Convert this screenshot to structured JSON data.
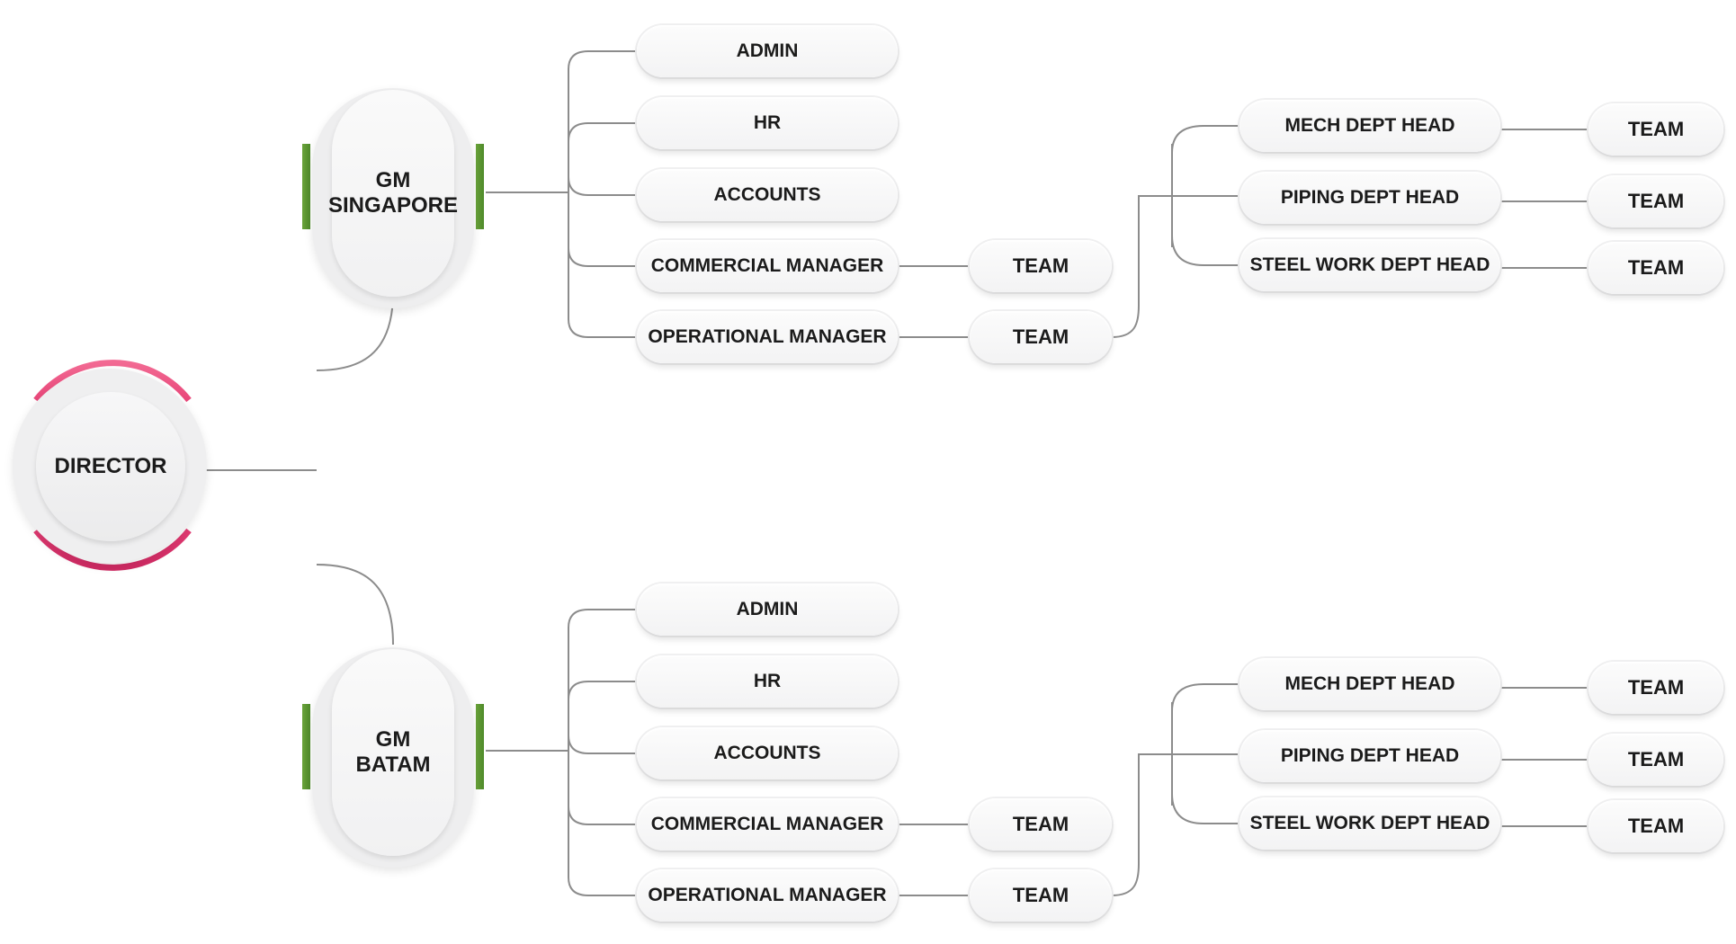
{
  "director": {
    "label": "DIRECTOR"
  },
  "branches": [
    {
      "gm": {
        "line1": "GM",
        "line2": "SINGAPORE"
      },
      "departments": [
        {
          "label": "ADMIN"
        },
        {
          "label": "HR"
        },
        {
          "label": "ACCOUNTS"
        },
        {
          "label": "COMMERCIAL MANAGER",
          "team": "TEAM"
        },
        {
          "label": "OPERATIONAL MANAGER",
          "team": "TEAM"
        }
      ],
      "dept_heads": [
        {
          "label": "MECH DEPT HEAD",
          "team": "TEAM"
        },
        {
          "label": "PIPING DEPT HEAD",
          "team": "TEAM"
        },
        {
          "label": "STEEL WORK DEPT HEAD",
          "team": "TEAM"
        }
      ]
    },
    {
      "gm": {
        "line1": "GM",
        "line2": "BATAM"
      },
      "departments": [
        {
          "label": "ADMIN"
        },
        {
          "label": "HR"
        },
        {
          "label": "ACCOUNTS"
        },
        {
          "label": "COMMERCIAL MANAGER",
          "team": "TEAM"
        },
        {
          "label": "OPERATIONAL MANAGER",
          "team": "TEAM"
        }
      ],
      "dept_heads": [
        {
          "label": "MECH DEPT HEAD",
          "team": "TEAM"
        },
        {
          "label": "PIPING DEPT HEAD",
          "team": "TEAM"
        },
        {
          "label": "STEEL WORK DEPT HEAD",
          "team": "TEAM"
        }
      ]
    }
  ],
  "colors": {
    "connector": "#8c8c8c",
    "director_ring_top": "#f0648e",
    "director_ring_bottom": "#d9306a",
    "gm_accent": "#5a962f"
  }
}
